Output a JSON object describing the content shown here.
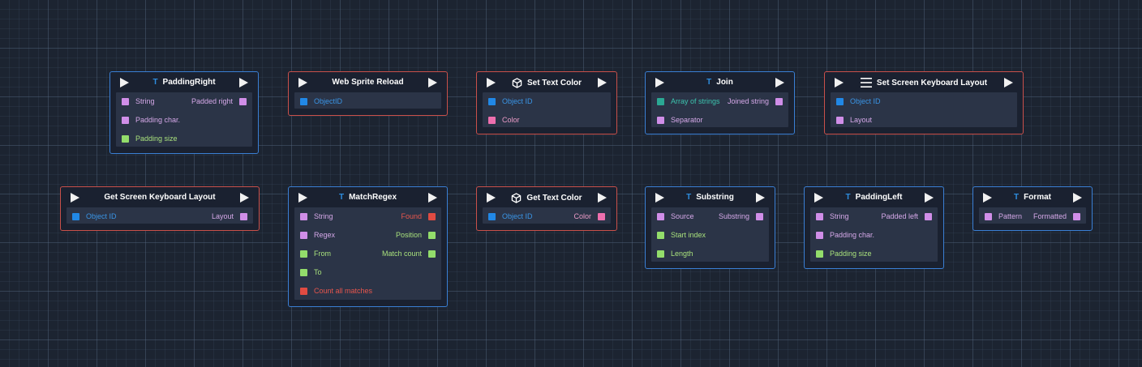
{
  "nodes": {
    "padding_right": {
      "title": "PaddingRight",
      "icon": "text-t-icon",
      "icon_glyph": "T",
      "inputs": [
        "String",
        "Padding char.",
        "Padding size"
      ],
      "outputs": [
        "Padded right"
      ]
    },
    "web_sprite_reload": {
      "title": "Web Sprite Reload",
      "inputs": [
        "ObjectID"
      ]
    },
    "set_text_color": {
      "title": "Set Text Color",
      "icon": "cube-icon",
      "inputs": [
        "Object ID",
        "Color"
      ]
    },
    "join": {
      "title": "Join",
      "icon": "text-t-icon",
      "icon_glyph": "T",
      "inputs": [
        "Array of strings",
        "Separator"
      ],
      "outputs": [
        "Joined string"
      ]
    },
    "set_screen_keyboard_layout": {
      "title": "Set Screen Keyboard Layout",
      "icon": "hamburger-menu-icon",
      "inputs": [
        "Object ID",
        "Layout"
      ]
    },
    "get_screen_keyboard_layout": {
      "title": "Get Screen Keyboard Layout",
      "inputs": [
        "Object ID"
      ],
      "outputs": [
        "Layout"
      ]
    },
    "match_regex": {
      "title": "MatchRegex",
      "icon": "text-t-icon",
      "icon_glyph": "T",
      "inputs": [
        "String",
        "Regex",
        "From",
        "To",
        "Count all matches"
      ],
      "outputs": [
        "Found",
        "Position",
        "Match count"
      ]
    },
    "get_text_color": {
      "title": "Get Text Color",
      "icon": "cube-icon",
      "inputs": [
        "Object ID"
      ],
      "outputs": [
        "Color"
      ]
    },
    "substring": {
      "title": "Substring",
      "icon": "text-t-icon",
      "icon_glyph": "T",
      "inputs": [
        "Source",
        "Start index",
        "Length"
      ],
      "outputs": [
        "Substring"
      ]
    },
    "padding_left": {
      "title": "PaddingLeft",
      "icon": "text-t-icon",
      "icon_glyph": "T",
      "inputs": [
        "String",
        "Padding char.",
        "Padding size"
      ],
      "outputs": [
        "Padded left"
      ]
    },
    "format": {
      "title": "Format",
      "icon": "text-t-icon",
      "icon_glyph": "T",
      "inputs": [
        "Pattern"
      ],
      "outputs": [
        "Formatted"
      ]
    }
  },
  "colors": {
    "background": "#1c2431",
    "node_border_blue": "#3a7fd4",
    "node_border_red": "#c9504a",
    "pin_string": "#d08ee8",
    "pin_number": "#93dd6b",
    "pin_object": "#2188e6",
    "pin_boolean": "#e04b42",
    "pin_color": "#ee6fae",
    "pin_array": "#2ba894"
  }
}
